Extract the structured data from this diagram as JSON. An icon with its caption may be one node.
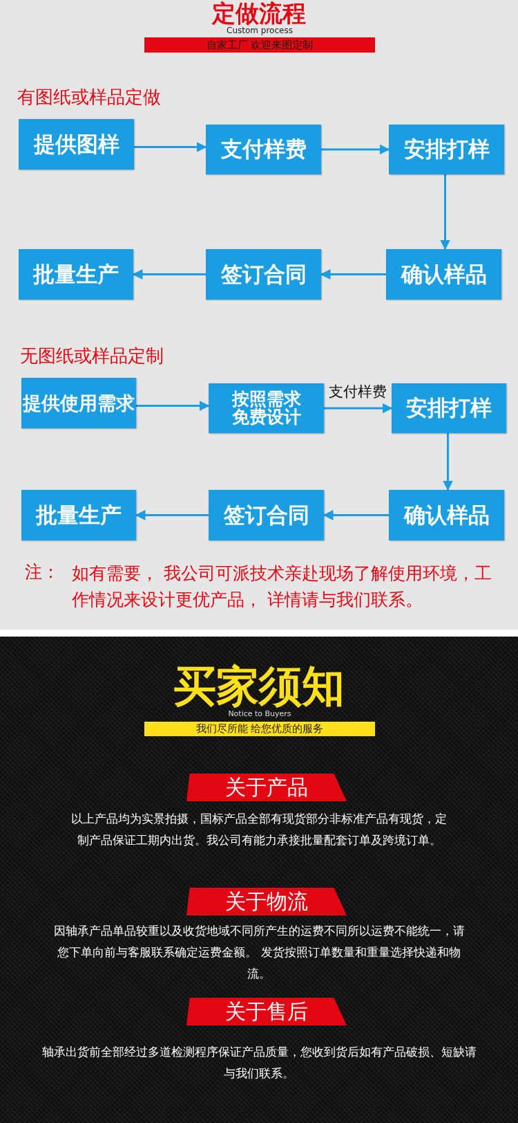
{
  "diagram": {
    "title": "定做流程",
    "nodes": [
      {
        "text": [
          "自家工厂 欢迎来图定制"
        ]
      },
      {
        "text": [
          "提供图样"
        ]
      },
      {
        "text": [
          "支付样费"
        ]
      },
      {
        "text": [
          "安排打样"
        ]
      },
      {
        "text": [
          "批量生产"
        ]
      },
      {
        "text": [
          "签订合同"
        ]
      },
      {
        "text": [
          "确认样品"
        ]
      },
      {
        "text": [
          "提供使用需求"
        ]
      },
      {
        "text": [
          "按照需求免费设计"
        ]
      },
      {
        "text": [
          "安排打样"
        ]
      },
      {
        "text": [
          "批量生产"
        ]
      },
      {
        "text": [
          "签订合同"
        ]
      },
      {
        "text": [
          "确认样品"
        ]
      },
      {
        "text": [
          "我们尽所能 给您优质的服务"
        ]
      },
      {
        "text": [
          "关于产品"
        ]
      },
      {
        "text": [
          "关于物流"
        ]
      },
      {
        "text": [
          "关于售后"
        ]
      }
    ],
    "edges": [
      {
        "from": 1,
        "to": 2,
        "arrow": "to"
      },
      {
        "from": 2,
        "to": 3,
        "arrow": "to"
      },
      {
        "from": 3,
        "to": 6,
        "arrow": "to"
      },
      {
        "from": 6,
        "to": 5,
        "arrow": "to"
      },
      {
        "from": 5,
        "to": 4,
        "arrow": "to"
      },
      {
        "from": 7,
        "to": 8,
        "arrow": "to"
      },
      {
        "from": 8,
        "to": 9,
        "arrow": "to",
        "label": "支付样费"
      },
      {
        "from": 9,
        "to": 12,
        "arrow": "to"
      },
      {
        "from": 12,
        "to": 11,
        "arrow": "to"
      },
      {
        "from": 11,
        "to": 10,
        "arrow": "to"
      }
    ],
    "labels": [
      "Custom process",
      "有图纸或样品定做",
      "无图纸或样品定制",
      "注：",
      "如有需要， 我公司可派技术亲赴现场了解使用环境，工作情况来设计更优产品， 详情请与我们联系。",
      "买家须知",
      "Notice to Buyers",
      "以上产品均为实景拍摄，国标产品全部有现货部分非标准产品有现货，定制产品保证工期内出货。我公司有能力承接批量配套订单及跨境订单。",
      "因轴承产品单品较重以及收货地域不同所产生的运费不同所以运费不能统一，请您下单向前与客服联系确定运费金额。 发货按照订单数量和重量选择快递和物流。",
      "轴承出货前全部经过多道检测程序保证产品质量，您收到货后如有产品破损、短缺请与我们联系。"
    ]
  }
}
